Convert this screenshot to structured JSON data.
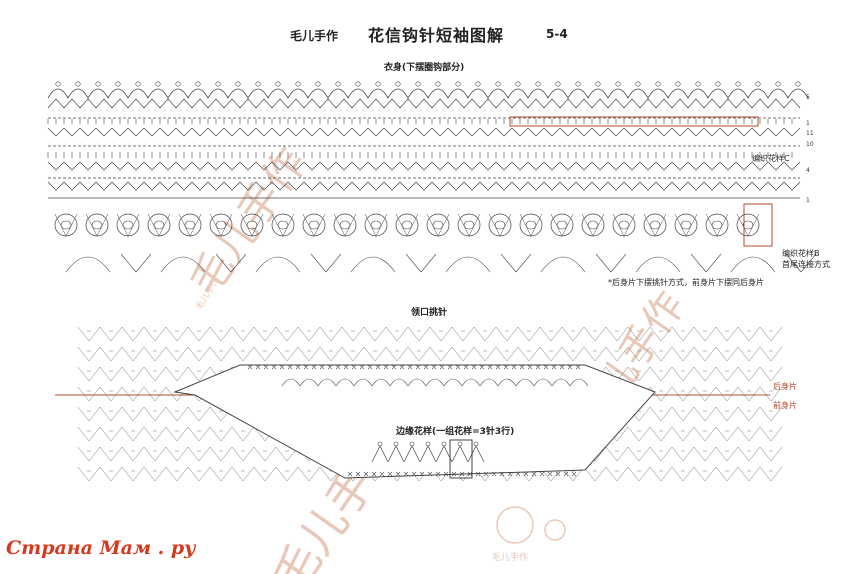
{
  "header": {
    "brand": "毛儿手作",
    "title": "花信钩针短袖图解",
    "page": "5-4"
  },
  "body_section": {
    "title": "衣身(下摆圈钩部分)",
    "row_labels": [
      "5",
      "1",
      "11",
      "10",
      "4",
      "1"
    ],
    "pattern_c_label": "编织花样C",
    "pattern_b_label": "编织花样B",
    "join_label": "首尾连接方式",
    "note": "*后身片下摆挑针方式，前身片下摆同后身片"
  },
  "neck_section": {
    "title": "领口挑针",
    "back_label": "后身片",
    "front_label": "前身片",
    "edge_label": "边缘花样(一组花样=3针3行)"
  },
  "watermark": {
    "text": "毛儿手作"
  },
  "footer": {
    "site": "Страна Мам . ру"
  },
  "colors": {
    "legend": "#b2492a",
    "highlight": "#b2492a",
    "watermark": "#e8c8b8",
    "site": "#d33a1e"
  }
}
